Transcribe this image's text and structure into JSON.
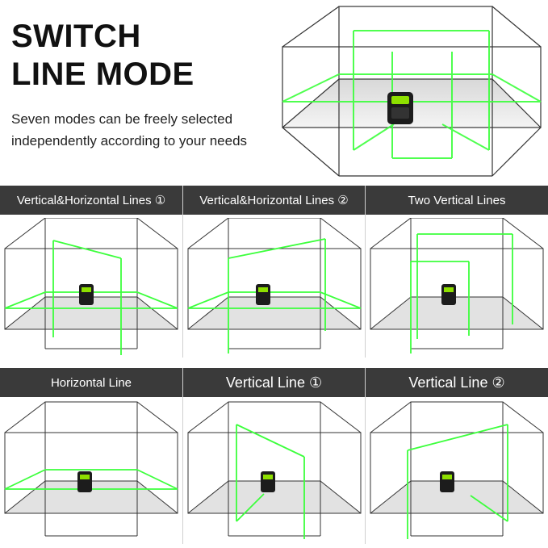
{
  "hero": {
    "title_line1": "SWITCH",
    "title_line2": "LINE MODE",
    "description": "Seven modes can be freely selected independently according to your needs"
  },
  "modes": [
    {
      "label": "Vertical&Horizontal Lines ①"
    },
    {
      "label": "Vertical&Horizontal Lines ②"
    },
    {
      "label": "Two Vertical Lines"
    },
    {
      "label": "Horizontal Line"
    },
    {
      "label": "Vertical Line ①"
    },
    {
      "label": "Vertical Line ②"
    }
  ],
  "colors": {
    "laser": "#3cff3c",
    "header_bg": "#3a3a3a",
    "device_accent": "#8ee000"
  }
}
